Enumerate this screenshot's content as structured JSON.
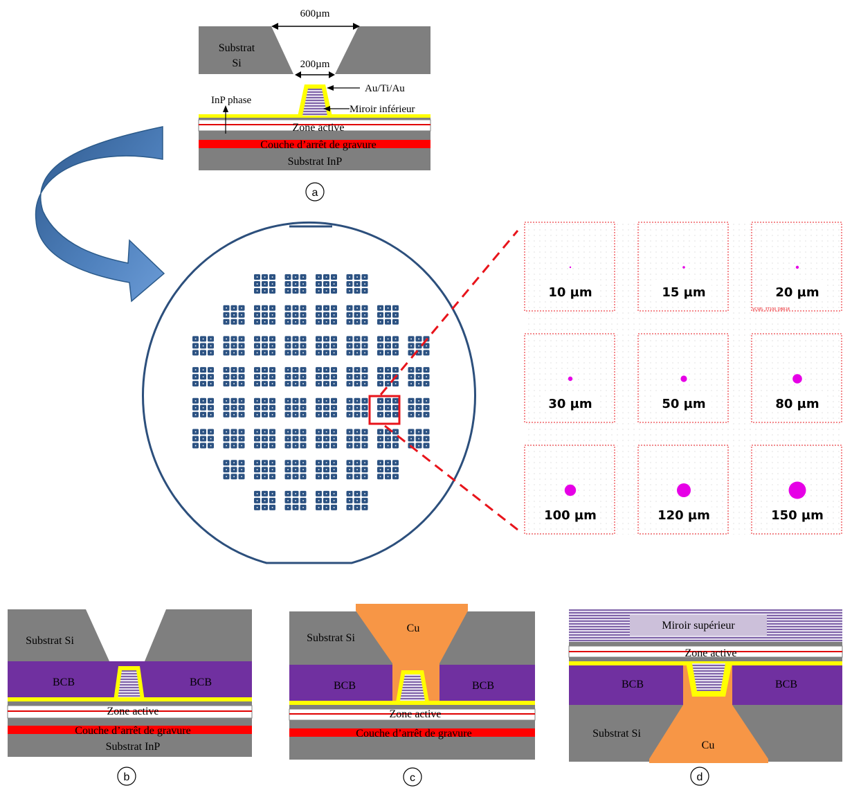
{
  "panel_a": {
    "dim_top": "600µm",
    "dim_bottom": "200µm",
    "substrat_si_line1": "Substrat",
    "substrat_si_line2": "Si",
    "au_ti_au": "Au/Ti/Au",
    "miroir_inferieur": "Miroir inférieur",
    "inp_phase": "InP phase",
    "zone_active": "Zone active",
    "couche_arret": "Couche d’arrêt de gravure",
    "substrat_inp": "Substrat InP",
    "label": "a"
  },
  "wafer": {
    "row_counts": [
      4,
      6,
      8,
      8,
      8,
      8,
      6,
      4
    ],
    "highlight_color": "#e8141b",
    "die_color": "#2c5282"
  },
  "devices": {
    "sizes": [
      "10 µm",
      "15 µm",
      "20 µm",
      "30 µm",
      "50 µm",
      "80 µm",
      "100 µm",
      "120 µm",
      "150 µm"
    ],
    "mark_text": "VCSEL_3T100_DBR18",
    "dot_color": "#e600e6"
  },
  "panel_b": {
    "substrat_si": "Substrat Si",
    "bcb_left": "BCB",
    "bcb_right": "BCB",
    "zone_active": "Zone active",
    "couche_arret": "Couche d’arrêt de gravure",
    "substrat_inp": "Substrat InP",
    "label": "b"
  },
  "panel_c": {
    "cu": "Cu",
    "substrat_si": "Substrat Si",
    "bcb_left": "BCB",
    "bcb_right": "BCB",
    "zone_active": "Zone active",
    "couche_arret": "Couche d’arrêt de gravure",
    "label": "c"
  },
  "panel_d": {
    "miroir_superieur": "Miroir supérieur",
    "zone_active": "Zone active",
    "bcb_left": "BCB",
    "bcb_right": "BCB",
    "substrat_si": "Substrat Si",
    "cu": "Cu",
    "label": "d"
  },
  "colors": {
    "gray": "#7f7f7f",
    "yellow": "#ffff00",
    "red": "#ff0000",
    "purple": "#7030a0",
    "mirror": "#8064a2",
    "copper": "#f79646",
    "arrow": "#4f81bd"
  }
}
